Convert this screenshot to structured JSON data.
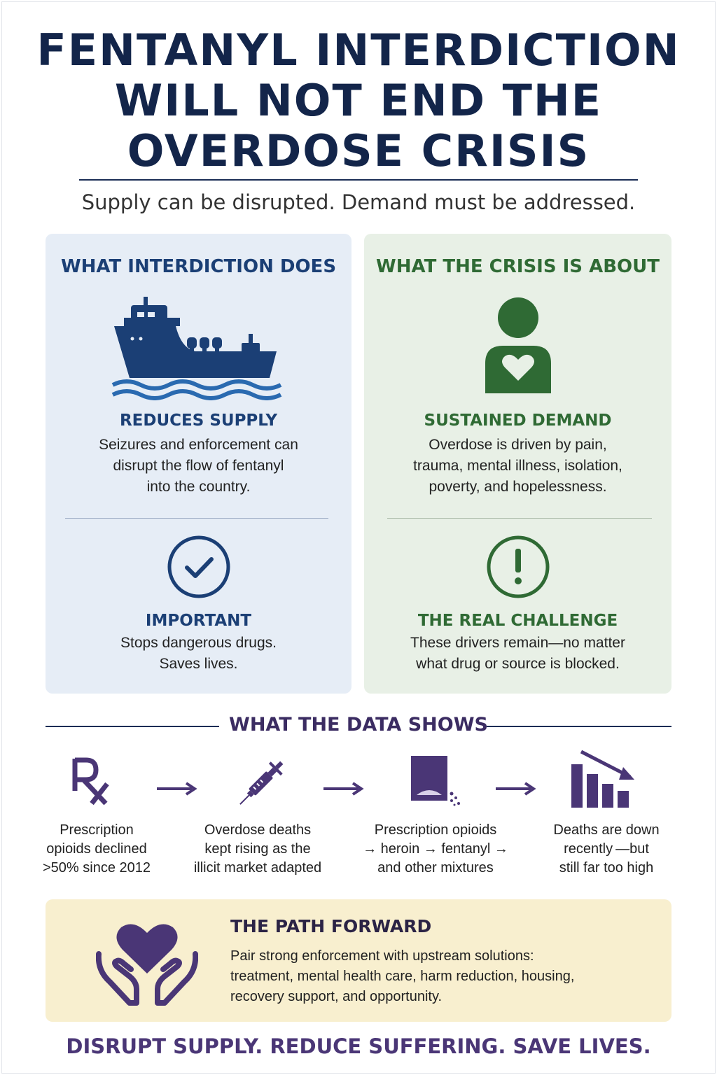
{
  "title": {
    "line1": "FENTANYL INTERDICTION",
    "line2": "WILL NOT END THE",
    "line3": "OVERDOSE CRISIS"
  },
  "subtitle": "Supply can be disrupted. Demand must be addressed.",
  "left_panel": {
    "heading": "WHAT INTERDICTION DOES",
    "icon1": "cargo-ship-icon",
    "section1": {
      "heading": "REDUCES SUPPLY",
      "lines": [
        "Seizures and enforcement can",
        "disrupt the flow of fentanyl",
        "into the country."
      ]
    },
    "icon2": "checkmark-circle-icon",
    "section2": {
      "heading": "IMPORTANT",
      "lines": [
        "Stops dangerous drugs.",
        "Saves lives."
      ]
    }
  },
  "right_panel": {
    "heading": "WHAT THE CRISIS IS ABOUT",
    "icon1": "person-heart-icon",
    "section1": {
      "heading": "SUSTAINED DEMAND",
      "lines": [
        "Overdose is driven by pain,",
        "trauma, mental illness, isolation,",
        "poverty, and hopelessness."
      ]
    },
    "icon2": "exclamation-circle-icon",
    "section2": {
      "heading": "THE REAL CHALLENGE",
      "lines": [
        "These drivers remain—no matter",
        "what drug or source is blocked."
      ]
    }
  },
  "data_section": {
    "heading": "WHAT THE DATA SHOWS",
    "steps": [
      {
        "icon": "rx-icon",
        "lines": [
          "Prescription",
          "opioids declined",
          ">50% since 2012"
        ]
      },
      {
        "icon": "syringe-icon",
        "lines": [
          "Overdose deaths",
          "kept rising as the",
          "illicit market adapted"
        ]
      },
      {
        "icon": "powder-bag-icon",
        "lines": [
          "Prescription opioids",
          "→ heroin → fentanyl →",
          "and other mixtures"
        ]
      },
      {
        "icon": "declining-bar-chart-icon",
        "lines": [
          "Deaths are down",
          "recently —but",
          "still far too high"
        ]
      }
    ]
  },
  "path_forward": {
    "icon": "heart-in-hands-icon",
    "heading": "THE PATH FORWARD",
    "lines": [
      "Pair strong enforcement with upstream solutions:",
      "treatment, mental health care, harm reduction, housing,",
      "recovery support, and opportunity."
    ]
  },
  "footer": "DISRUPT SUPPLY. REDUCE SUFFERING. SAVE LIVES.",
  "colors": {
    "navy": "#13254a",
    "blue_accent": "#1b3f75",
    "green_accent": "#2f6a34",
    "purple_accent": "#4a3676",
    "blue_panel": "#e6edf6",
    "green_panel": "#e8f0e6",
    "yellow_panel": "#f8efcf"
  }
}
